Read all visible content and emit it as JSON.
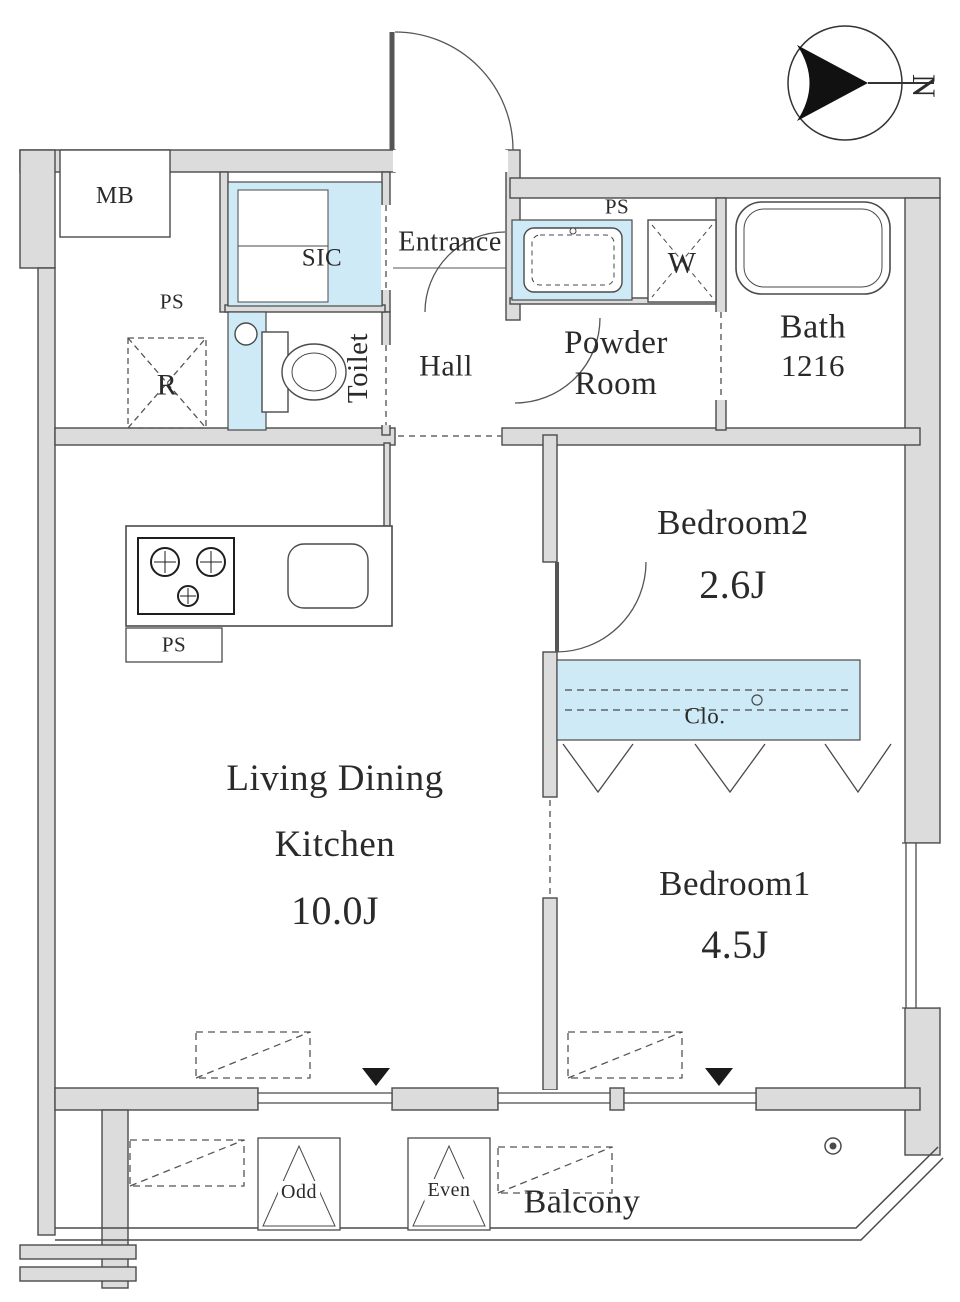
{
  "plan": {
    "compass_north": "N",
    "rooms": {
      "entrance": "Entrance",
      "hall": "Hall",
      "sic": "SIC",
      "toilet": "Toilet",
      "powder_room": "Powder Room",
      "bath": {
        "name": "Bath",
        "size": "1216"
      },
      "bedroom2": {
        "name": "Bedroom2",
        "size": "2.6J"
      },
      "bedroom1": {
        "name": "Bedroom1",
        "size": "4.5J"
      },
      "ldk": {
        "name": "Living Dining Kitchen",
        "size": "10.0J"
      },
      "closet": "Clo.",
      "balcony": "Balcony"
    },
    "service": {
      "mb": "MB",
      "ps_left": "PS",
      "ps_top": "PS",
      "ps_kitchen": "PS",
      "refrigerator": "R",
      "washer": "W"
    },
    "balcony_hatches": {
      "odd": "Odd",
      "even": "Even"
    },
    "colors": {
      "wall_fill": "#dcdcdc",
      "wall_stroke": "#4a4a4a",
      "storage_fill": "#cdeaf6",
      "text": "#2a2a2a"
    }
  }
}
